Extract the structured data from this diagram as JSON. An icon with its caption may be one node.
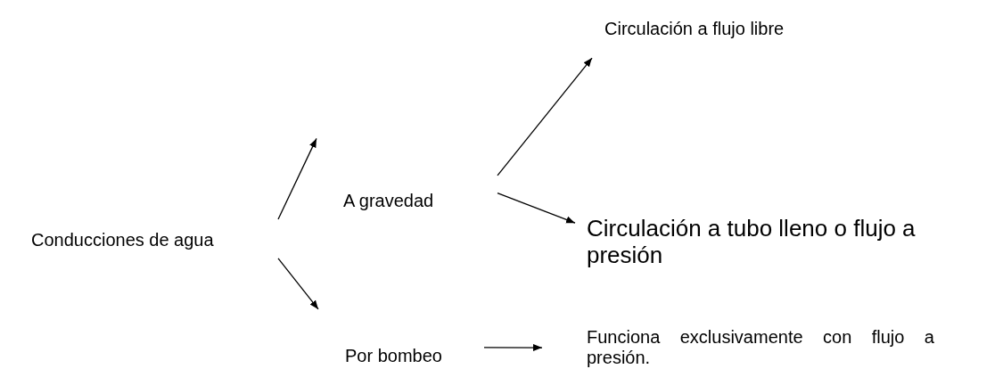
{
  "diagram": {
    "nodes": [
      {
        "text": [
          "Conducciones de agua"
        ]
      },
      {
        "text": [
          "A gravedad"
        ]
      },
      {
        "text": [
          "Por bombeo"
        ]
      },
      {
        "text": [
          "Circulación a flujo libre"
        ]
      },
      {
        "text": [
          "Circulación a tubo lleno o flujo a presión"
        ]
      },
      {
        "text": [
          "Funciona exclusivamente con flujo a presión."
        ]
      }
    ],
    "edges": [
      {
        "from": 0,
        "to": 1,
        "arrow": "to"
      },
      {
        "from": 0,
        "to": 2,
        "arrow": "to"
      },
      {
        "from": 1,
        "to": 3,
        "arrow": "to"
      },
      {
        "from": 1,
        "to": 4,
        "arrow": "to"
      },
      {
        "from": 2,
        "to": 5,
        "arrow": "to"
      }
    ]
  }
}
